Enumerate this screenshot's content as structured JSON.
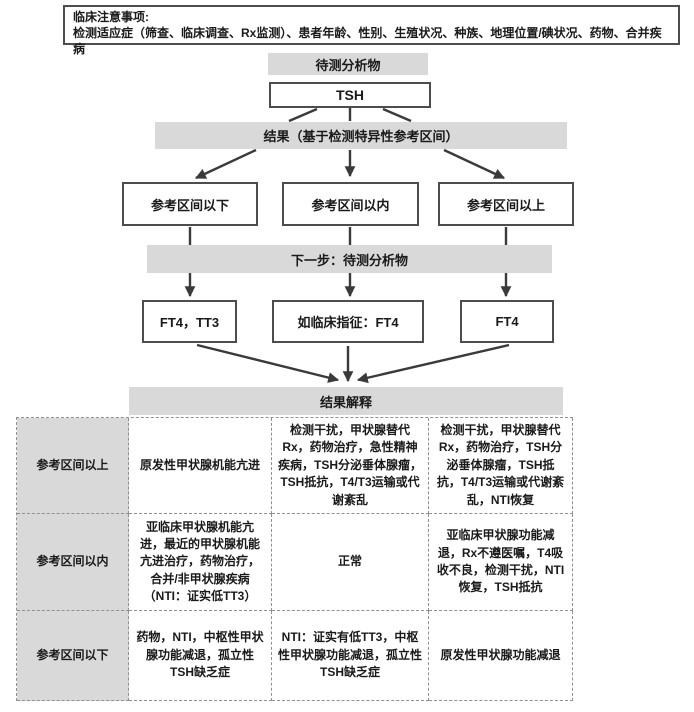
{
  "note": {
    "title": "临床注意事项:",
    "body": "检测适应症（筛查、临床调查、Rx监测）、患者年龄、性别、生殖状况、种族、地理位置/碘状况、药物、合并疾病"
  },
  "flow": {
    "analyte_band": "待测分析物",
    "analyte_value": "TSH",
    "result_band": "结果（基于检测特异性参考区间）",
    "result_branches": [
      "参考区间以下",
      "参考区间以内",
      "参考区间以上"
    ],
    "next_band": "下一步：待测分析物",
    "next_analytes": [
      "FT4，TT3",
      "如临床指征：FT4",
      "FT4"
    ],
    "interpretation_band": "结果解释"
  },
  "interpretation_table": {
    "rows": [
      {
        "header": "参考区间以上",
        "cells": [
          "原发性甲状腺机能亢进",
          "检测干扰，甲状腺替代Rx，药物治疗，急性精神疾病，TSH分泌垂体腺瘤，TSH抵抗，T4/T3运输或代谢紊乱",
          "检测干扰，甲状腺替代Rx，药物治疗，TSH分泌垂体腺瘤，TSH抵抗，T4/T3运输或代谢紊乱，NTI恢复"
        ]
      },
      {
        "header": "参考区间以内",
        "cells": [
          "亚临床甲状腺机能亢进，最近的甲状腺机能亢进治疗，药物治疗，合并/非甲状腺疾病（NTI：证实低TT3）",
          "正常",
          "亚临床甲状腺功能减退，Rx不遵医嘱，T4吸收不良，检测干扰，NTI恢复，TSH抵抗"
        ]
      },
      {
        "header": "参考区间以下",
        "cells": [
          "药物，NTI，中枢性甲状腺功能减退，孤立性TSH缺乏症",
          "NTI：证实有低TT3，中枢性甲状腺功能减退，孤立性TSH缺乏症",
          "原发性甲状腺功能减退"
        ]
      }
    ]
  },
  "colors": {
    "band_bg": "#d9d9d9",
    "box_border": "#4d4d4d",
    "arrow": "#3a3a3a",
    "table_border": "#909090"
  }
}
